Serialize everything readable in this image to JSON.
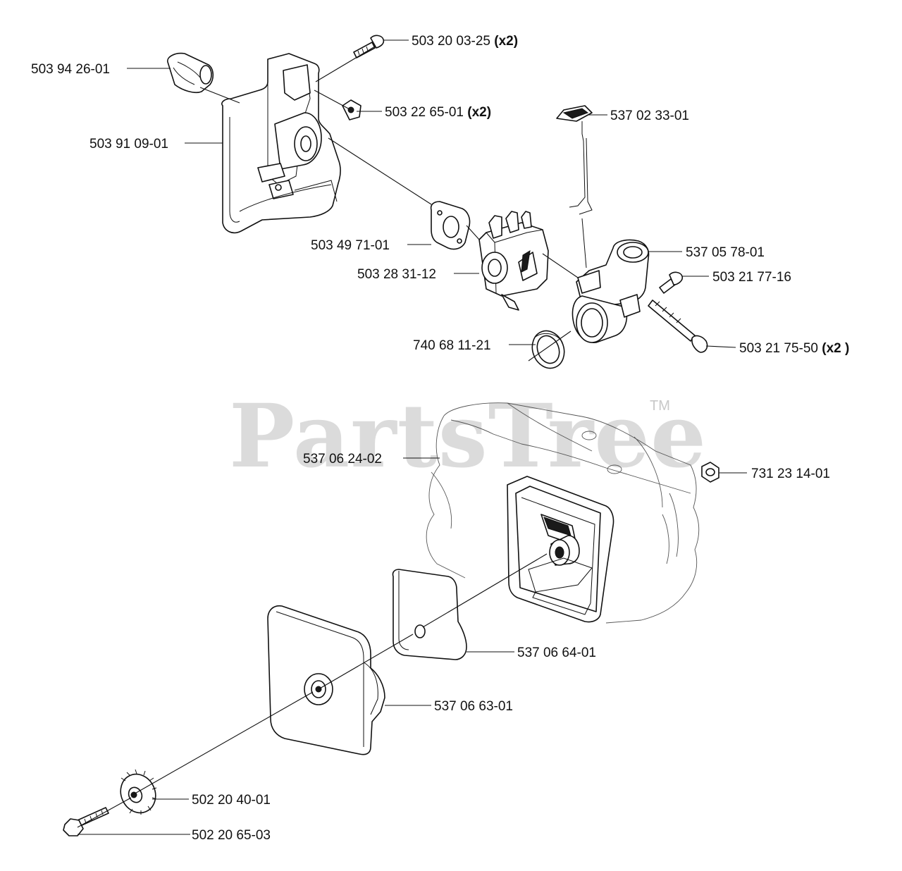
{
  "watermark": {
    "brand": "PartsTree",
    "trademark": "TM"
  },
  "callouts": [
    {
      "id": "p1",
      "part_number": "503 94 26-01",
      "qty": ""
    },
    {
      "id": "p2",
      "part_number": "503 20 03-25",
      "qty": "(x2)"
    },
    {
      "id": "p3",
      "part_number": "503 22 65-01",
      "qty": "(x2)"
    },
    {
      "id": "p4",
      "part_number": "503 91 09-01",
      "qty": ""
    },
    {
      "id": "p5",
      "part_number": "537 02 33-01",
      "qty": ""
    },
    {
      "id": "p6",
      "part_number": "503 49 71-01",
      "qty": ""
    },
    {
      "id": "p7",
      "part_number": "537 05 78-01",
      "qty": ""
    },
    {
      "id": "p8",
      "part_number": "503 28 31-12",
      "qty": ""
    },
    {
      "id": "p9",
      "part_number": "503 21 77-16",
      "qty": ""
    },
    {
      "id": "p10",
      "part_number": "740 68 11-21",
      "qty": ""
    },
    {
      "id": "p11",
      "part_number": "503 21 75-50",
      "qty": "(x2 )"
    },
    {
      "id": "p12",
      "part_number": "537 06 24-02",
      "qty": ""
    },
    {
      "id": "p13",
      "part_number": "731 23 14-01",
      "qty": ""
    },
    {
      "id": "p14",
      "part_number": "537 06 64-01",
      "qty": ""
    },
    {
      "id": "p15",
      "part_number": "537 06 63-01",
      "qty": ""
    },
    {
      "id": "p16",
      "part_number": "502 20 40-01",
      "qty": ""
    },
    {
      "id": "p17",
      "part_number": "502 20 65-03",
      "qty": ""
    }
  ]
}
